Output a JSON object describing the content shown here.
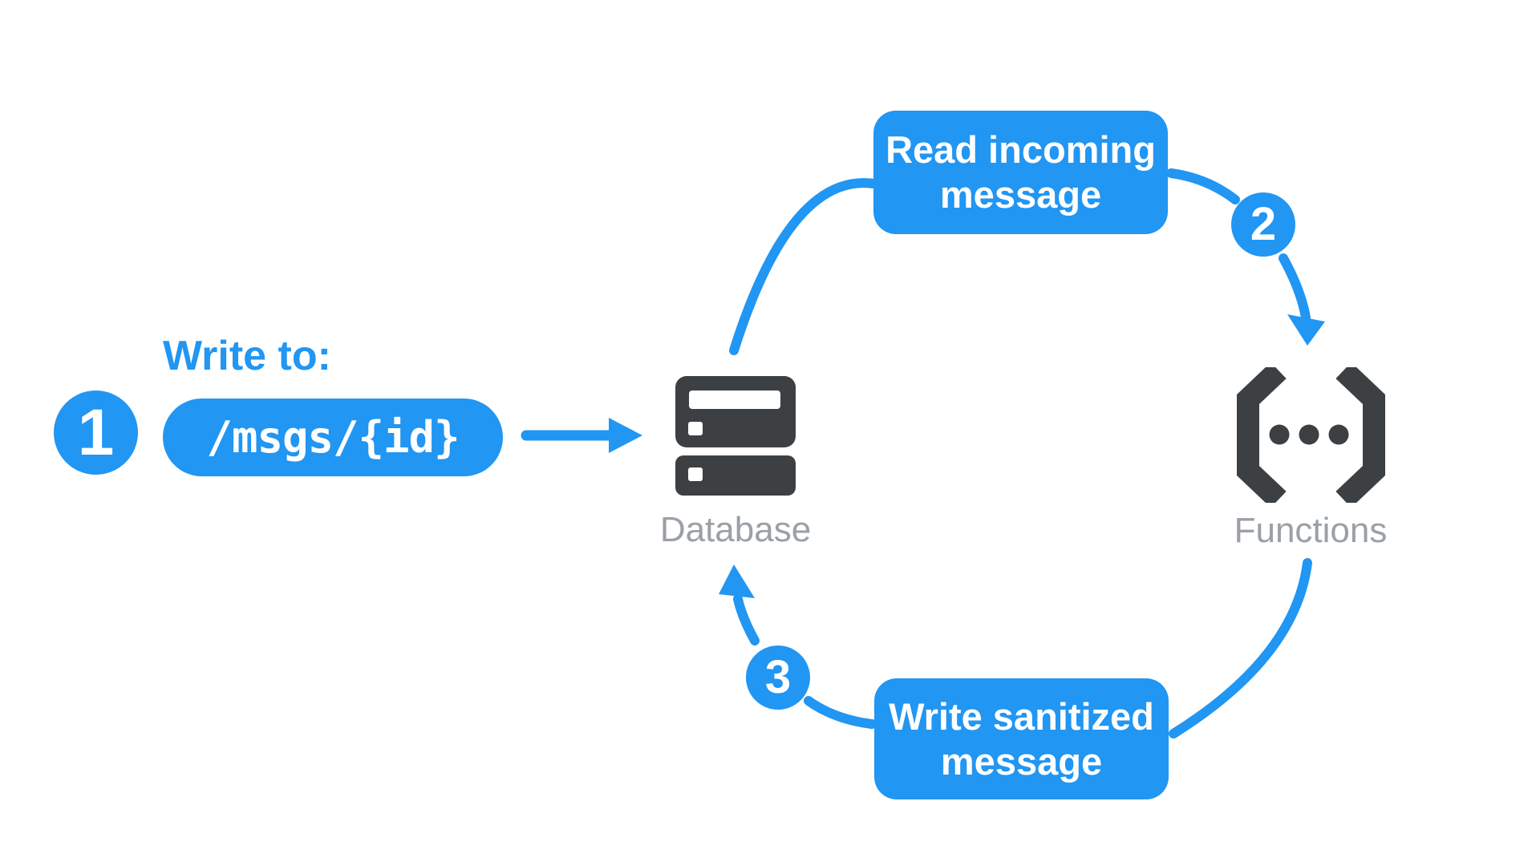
{
  "diagram": {
    "colors": {
      "accent_blue": "#2196F3",
      "icon_dark": "#3C4043",
      "label_gray": "#9AA0A6"
    },
    "step1": {
      "number": "1",
      "title": "Write to:",
      "path_label": "/msgs/{id}"
    },
    "step2": {
      "number": "2",
      "label_lines": [
        "Read incoming",
        "message"
      ]
    },
    "step3": {
      "number": "3",
      "label_lines": [
        "Write sanitized",
        "message"
      ]
    },
    "database": {
      "label": "Database"
    },
    "functions": {
      "label": "Functions"
    }
  }
}
